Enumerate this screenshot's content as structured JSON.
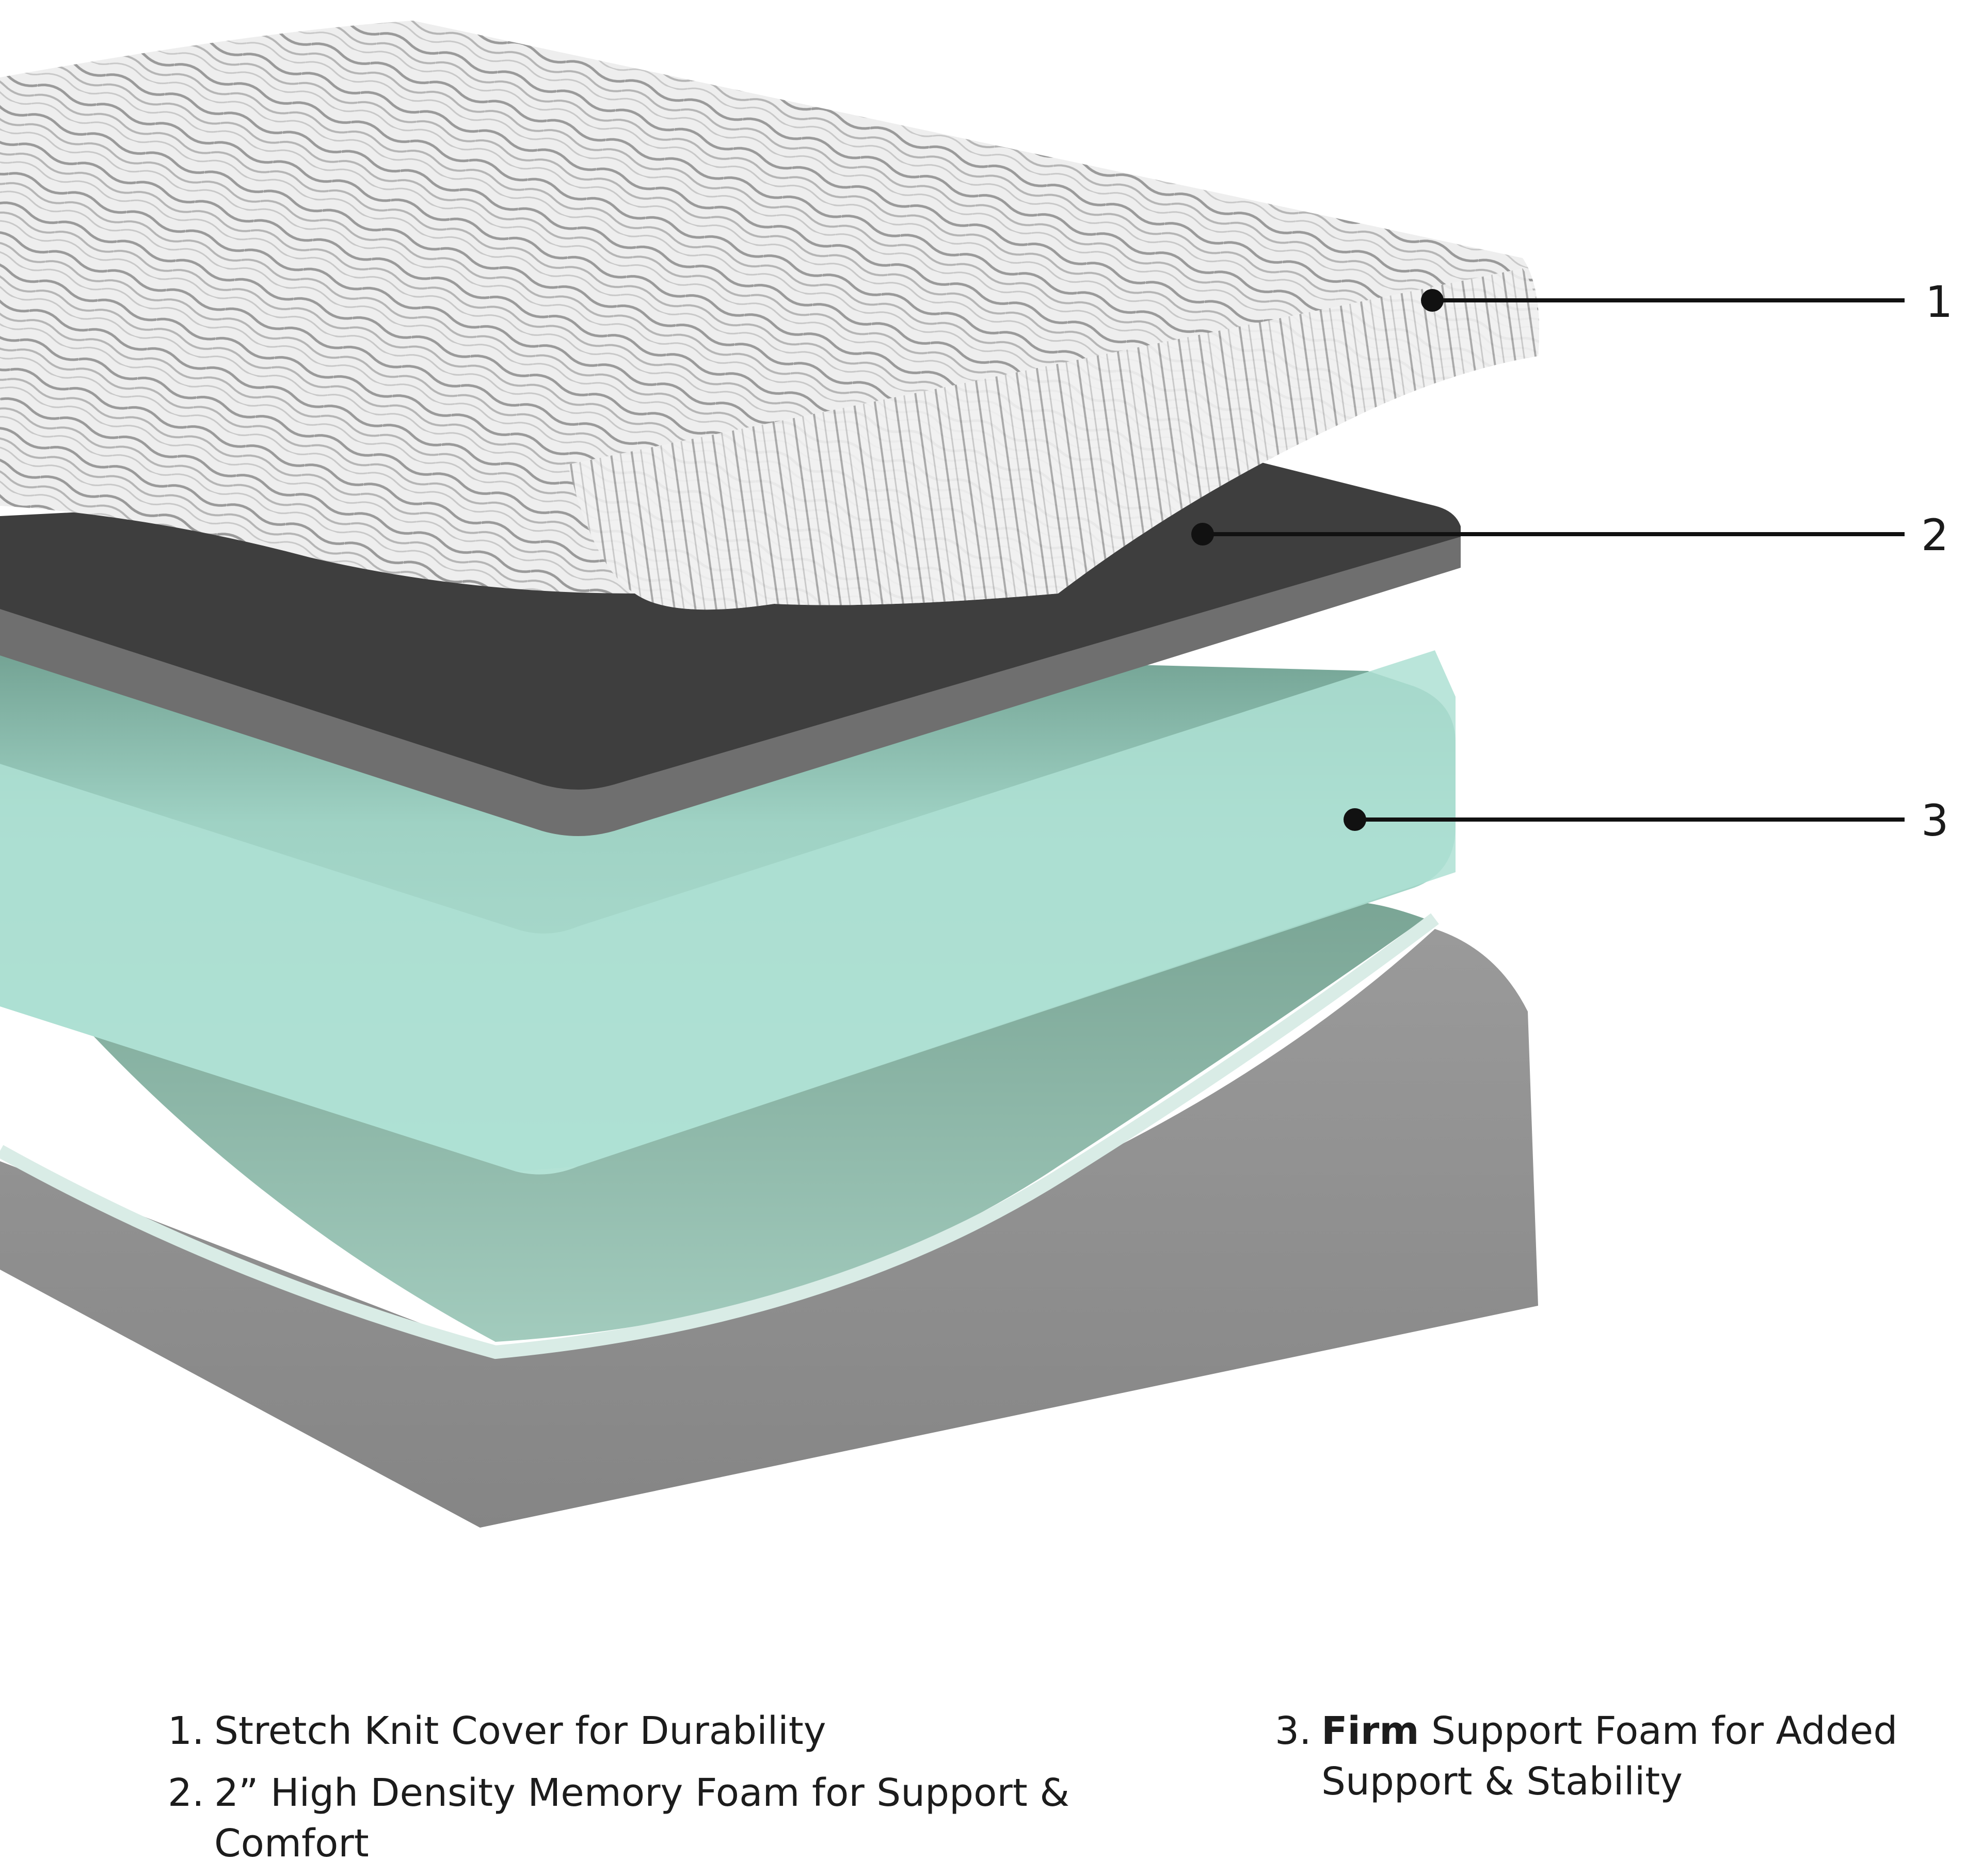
{
  "diagram": {
    "subject": "mattress-layer-cutaway",
    "colors": {
      "cover": "#e9e9e9",
      "cover_stripe": "#9a9a9a",
      "memory_foam_top": "#3b3b3b",
      "memory_foam_edge": "#6b6b6b",
      "support_foam": "#a8ddd0",
      "support_foam_shadow": "#6f9e8f",
      "base_cover": "#8f8f8f",
      "callout_line": "#111111"
    },
    "callouts": [
      {
        "number": "1"
      },
      {
        "number": "2"
      },
      {
        "number": "3"
      }
    ]
  },
  "legend": {
    "items": [
      {
        "number": "1.",
        "bold": "",
        "text": "Stretch Knit Cover for Durability"
      },
      {
        "number": "2.",
        "bold": "",
        "text": "2” High Density Memory Foam for Support & Comfort"
      },
      {
        "number": "3.",
        "bold": "Firm",
        "text": " Support Foam for Added Support & Stability"
      }
    ]
  }
}
